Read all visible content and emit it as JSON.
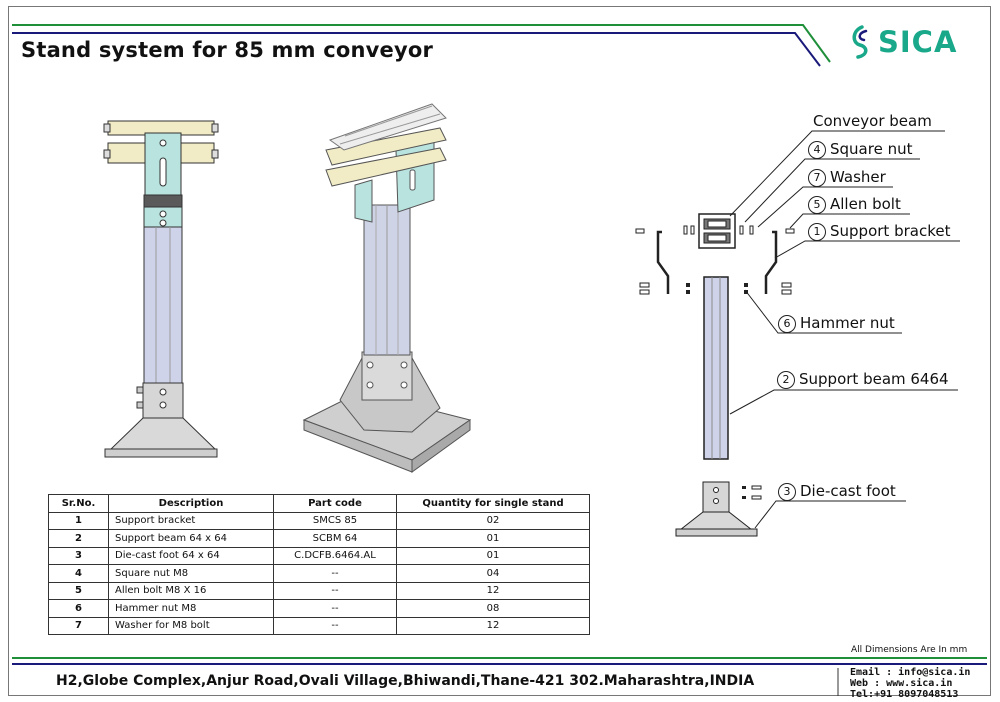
{
  "header": {
    "title": "Stand system for 85 mm conveyor",
    "logo_text": "SICA",
    "accent_green": "#1f8f3a",
    "accent_blue": "#1a1a7a",
    "logo_color": "#19a88a"
  },
  "callouts": {
    "conveyor_beam": {
      "label": "Conveyor beam"
    },
    "square_nut": {
      "num": "4",
      "label": "Square nut"
    },
    "washer": {
      "num": "7",
      "label": "Washer"
    },
    "allen_bolt": {
      "num": "5",
      "label": "Allen bolt"
    },
    "support_bracket": {
      "num": "1",
      "label": "Support bracket"
    },
    "hammer_nut": {
      "num": "6",
      "label": "Hammer nut"
    },
    "support_beam": {
      "num": "2",
      "label": "Support beam 6464"
    },
    "diecast_foot": {
      "num": "3",
      "label": "Die-cast foot"
    }
  },
  "bom": {
    "headers": [
      "Sr.No.",
      "Description",
      "Part code",
      "Quantity for single stand"
    ],
    "rows": [
      {
        "sr": "1",
        "desc": "Support bracket",
        "code": "SMCS 85",
        "qty": "02"
      },
      {
        "sr": "2",
        "desc": "Support beam 64 x 64",
        "code": "SCBM 64",
        "qty": "01"
      },
      {
        "sr": "3",
        "desc": "Die-cast foot 64 x 64",
        "code": "C.DCFB.6464.AL",
        "qty": "01"
      },
      {
        "sr": "4",
        "desc": "Square nut M8",
        "code": "--",
        "qty": "04"
      },
      {
        "sr": "5",
        "desc": "Allen bolt M8 X 16",
        "code": "--",
        "qty": "12"
      },
      {
        "sr": "6",
        "desc": "Hammer nut M8",
        "code": "--",
        "qty": "08"
      },
      {
        "sr": "7",
        "desc": "Washer for M8 bolt",
        "code": "--",
        "qty": "12"
      }
    ]
  },
  "dimensions_note": "All Dimensions Are In mm",
  "footer": {
    "address": "H2,Globe Complex,Anjur Road,Ovali Village,Bhiwandi,Thane-421 302.Maharashtra,INDIA",
    "email": "Email : info@sica.in",
    "web": "Web  : www.sica.in",
    "tel": "Tel:+91 8097048513"
  }
}
